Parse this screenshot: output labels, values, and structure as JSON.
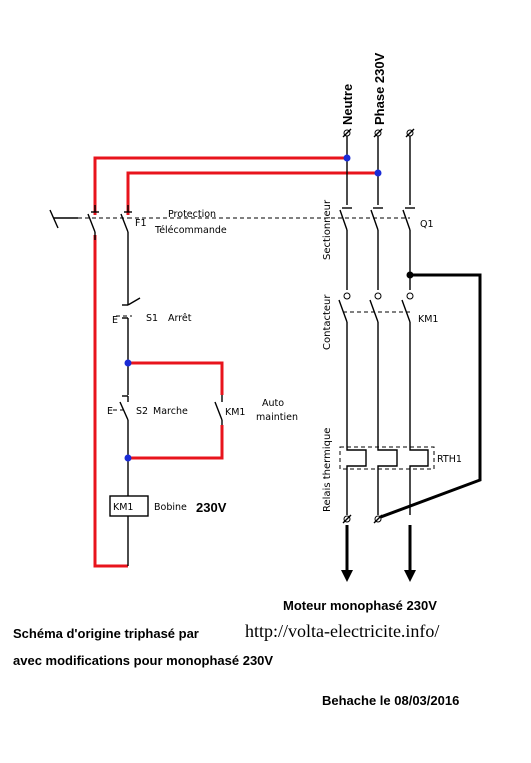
{
  "labels": {
    "neutre": "Neutre",
    "phase": "Phase 230V",
    "f1": "F1",
    "protection": "Protection",
    "telecommande": "Télécommande",
    "q1": "Q1",
    "sectionneur": "Sectionneur",
    "contacteur": "Contacteur",
    "km1_contact": "KM1",
    "relais_thermique": "Relais thermique",
    "rth1": "RTH1",
    "e_s1": "E",
    "s1": "S1",
    "arret": "Arrêt",
    "e_s2": "E",
    "s2": "S2",
    "marche": "Marche",
    "km1_aux": "KM1",
    "auto": "Auto",
    "maintien": "maintien",
    "km1_coil": "KM1",
    "bobine": "Bobine",
    "bobine_volt": "230V"
  },
  "footer": {
    "motor": "Moteur monophasé 230V",
    "origin": "Schéma d'origine triphasé par",
    "url": "http://volta-electricite.info/",
    "modif": "avec modifications pour monophasé 230V",
    "author": "Behache le  08/03/2016"
  },
  "colors": {
    "control_wire": "#e8141c",
    "node": "#1a2bd6",
    "wire": "#000000"
  }
}
